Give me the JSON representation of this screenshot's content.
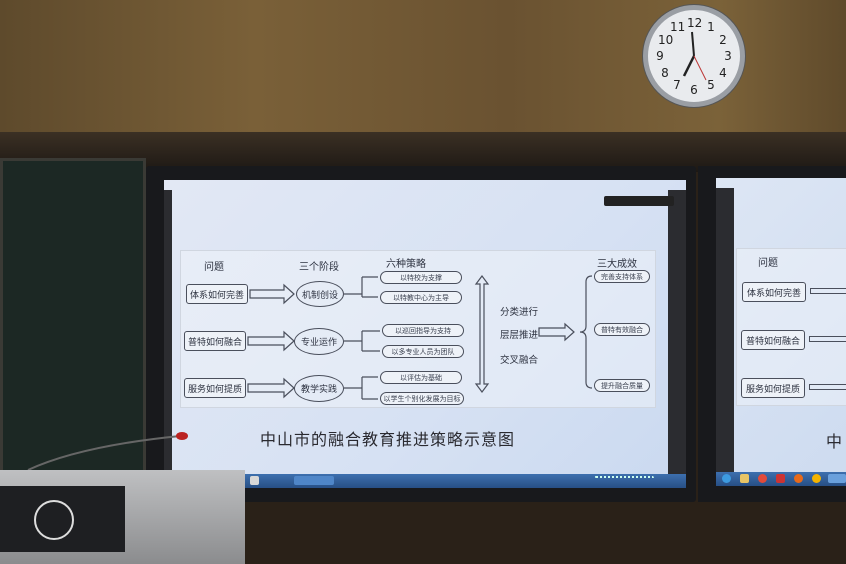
{
  "clock": {
    "numbers": [
      "12",
      "1",
      "2",
      "3",
      "4",
      "5",
      "6",
      "7",
      "8",
      "9",
      "10",
      "11"
    ]
  },
  "slide": {
    "title": "中山市的融合教育推进策略示意图",
    "headers": {
      "problems": "问题",
      "stages": "三个阶段",
      "strategies": "六种策略",
      "results": "三大成效"
    },
    "problems": [
      "体系如何完善",
      "普特如何融合",
      "服务如何提质"
    ],
    "stages": [
      "机制创设",
      "专业运作",
      "教学实践"
    ],
    "strategies": [
      "以特校为支撑",
      "以特教中心为主导",
      "以巡回指导为支持",
      "以多专业人员为团队",
      "以评估为基础",
      "以学生个别化发展为目标"
    ],
    "methods": [
      "分类进行",
      "层层推进",
      "交叉融合"
    ],
    "results": [
      "完善支持体系",
      "普特有效融合",
      "提升融合质量"
    ]
  },
  "right_screen": {
    "header": "问题",
    "problems": [
      "体系如何完善",
      "普特如何融合",
      "服务如何提质"
    ],
    "title_fragment": "中"
  },
  "colors": {
    "screen": "#d6e1f3",
    "taskbar": "#2f5e9a",
    "wall": "#6d5533"
  }
}
